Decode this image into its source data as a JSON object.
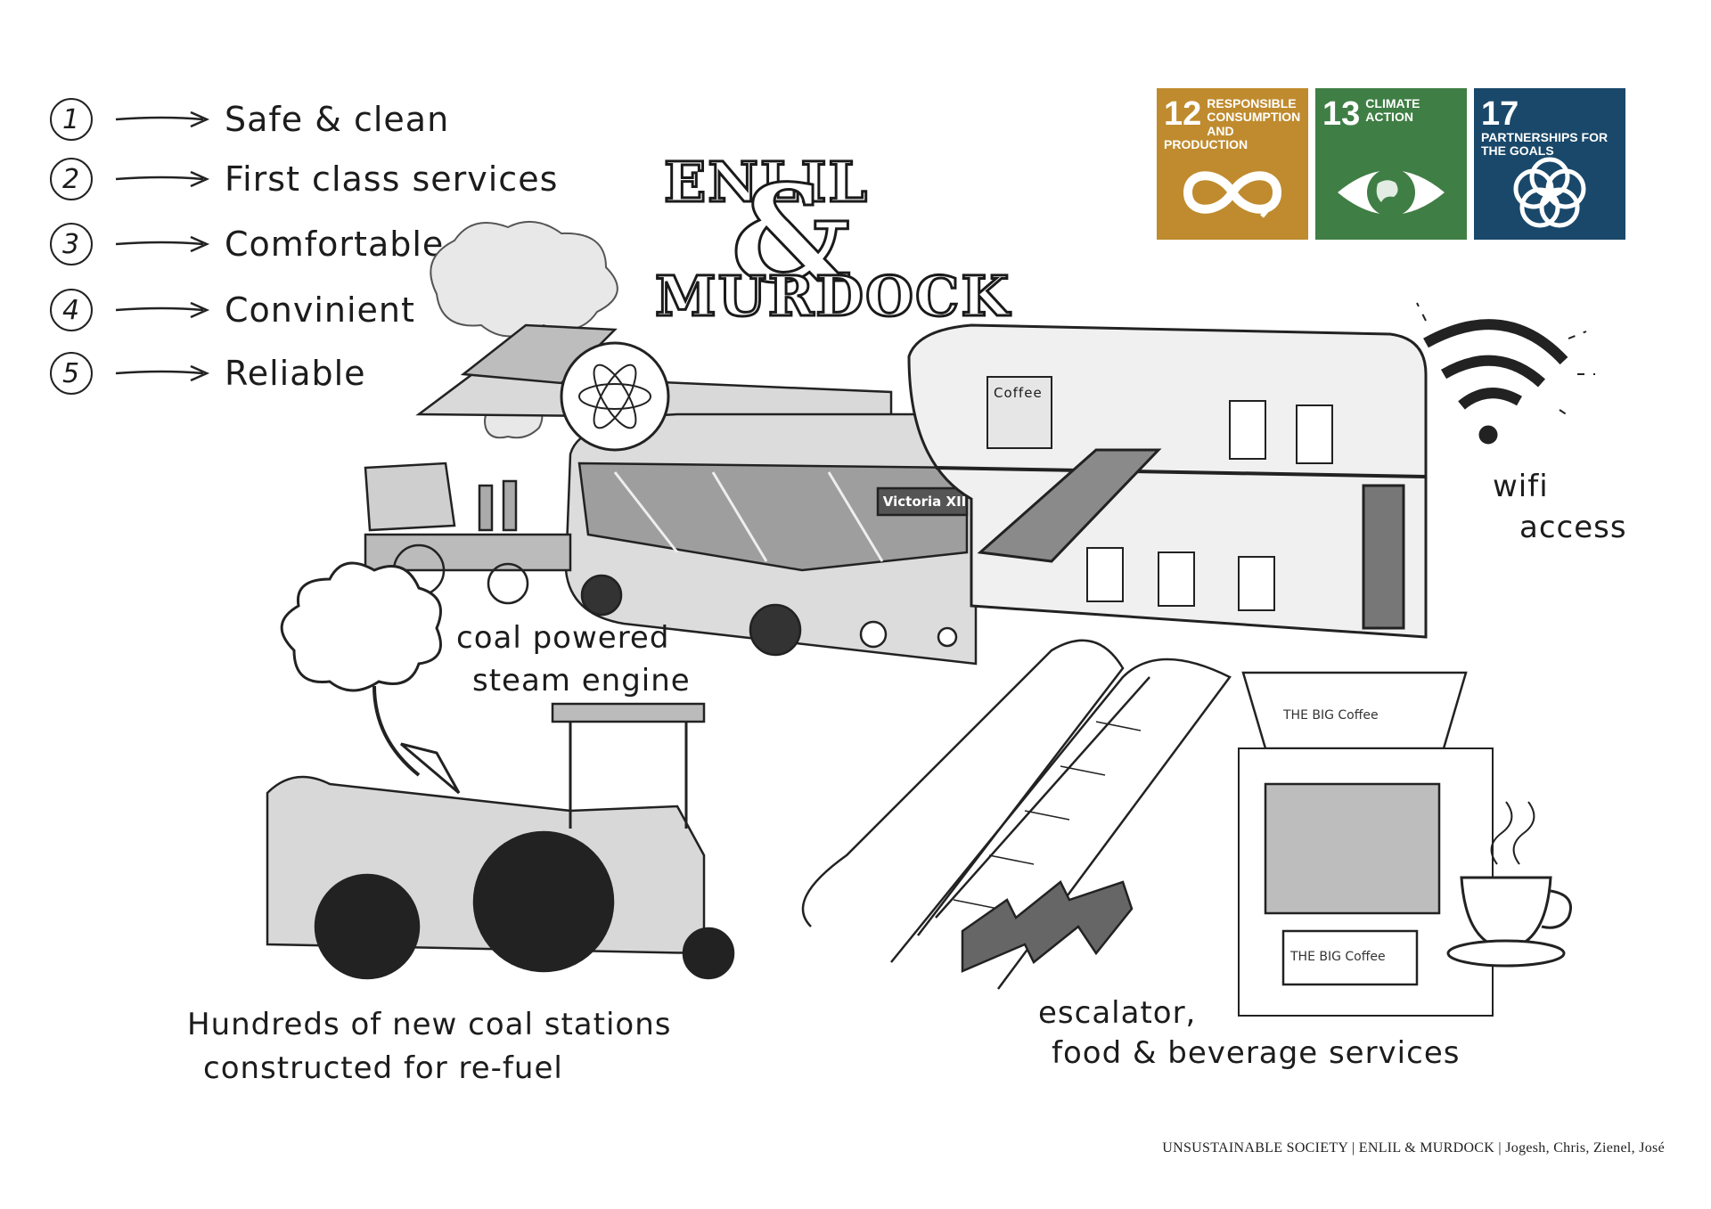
{
  "list": [
    {
      "num": "1",
      "label": "Safe & clean"
    },
    {
      "num": "2",
      "label": "First class services"
    },
    {
      "num": "3",
      "label": "Comfortable"
    },
    {
      "num": "4",
      "label": "Convinient"
    },
    {
      "num": "5",
      "label": "Reliable"
    }
  ],
  "brand": {
    "line1": "ENLIL",
    "amp": "&",
    "line2": "MURDOCK"
  },
  "sdg": [
    {
      "num": "12",
      "title": "Responsible consumption and production",
      "color": "#BF8B2E",
      "icon": "infinity-icon"
    },
    {
      "num": "13",
      "title": "Climate action",
      "color": "#3F7E44",
      "icon": "eye-globe-icon"
    },
    {
      "num": "17",
      "title": "Partnerships for the goals",
      "color": "#19486A",
      "icon": "flower-rings-icon"
    }
  ],
  "annotations": {
    "wifi": "wifi",
    "access": "access",
    "coal_line1": "coal powered",
    "coal_line2": "steam engine",
    "stations_line1": "Hundreds of new coal stations",
    "stations_line2": "constructed for re-fuel",
    "escalator_line1": "escalator,",
    "escalator_line2": "food & beverage services"
  },
  "drawing_text": {
    "coffee_sign": "Coffee",
    "bus_plate": "Victoria XII",
    "kiosk_top": "THE BIG Coffee",
    "kiosk_sign": "THE BIG Coffee"
  },
  "footer": "UNSUSTAINABLE SOCIETY | ENLIL & MURDOCK | Jogesh, Chris, Zienel, José"
}
